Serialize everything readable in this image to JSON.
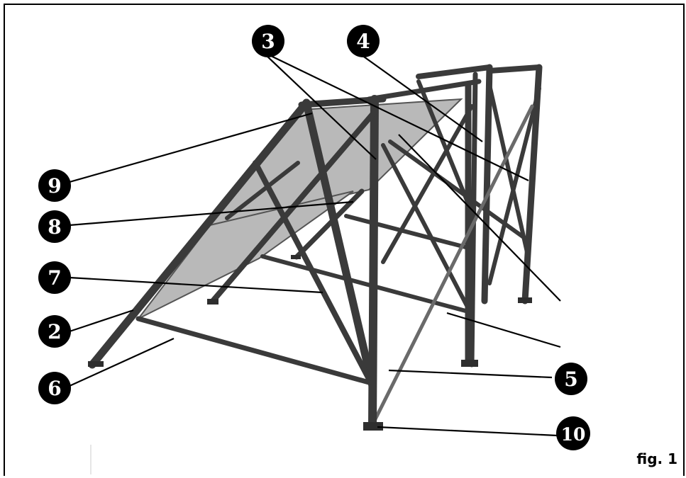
{
  "figure": {
    "label": "fig. 1",
    "callouts": [
      {
        "key": "c3",
        "text": "3"
      },
      {
        "key": "c4",
        "text": "4"
      },
      {
        "key": "c9",
        "text": "9"
      },
      {
        "key": "c8",
        "text": "8"
      },
      {
        "key": "c7",
        "text": "7"
      },
      {
        "key": "c2",
        "text": "2"
      },
      {
        "key": "c6",
        "text": "6"
      },
      {
        "key": "c5",
        "text": "5"
      },
      {
        "key": "c10",
        "text": "10"
      }
    ]
  },
  "colors": {
    "frame_metal": "#3a3a3a",
    "panel": "#b9b9b9",
    "callout_fill": "#000000",
    "callout_text": "#ffffff"
  }
}
